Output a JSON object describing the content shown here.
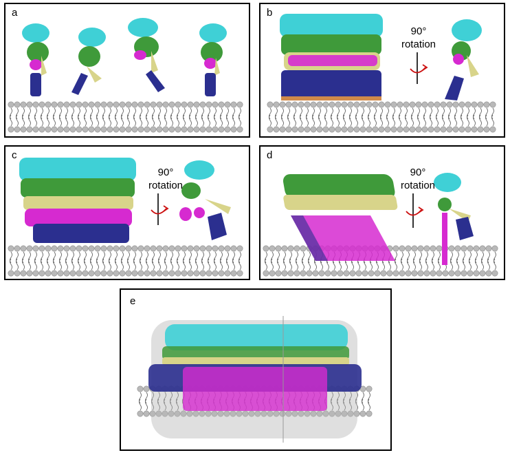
{
  "panels": [
    {
      "id": "a",
      "label": "a"
    },
    {
      "id": "b",
      "label": "b",
      "rotation": {
        "angle": "90°",
        "word": "rotation"
      }
    },
    {
      "id": "c",
      "label": "c",
      "rotation": {
        "angle": "90°",
        "word": "rotation"
      }
    },
    {
      "id": "d",
      "label": "d",
      "rotation": {
        "angle": "90°",
        "word": "rotation"
      }
    },
    {
      "id": "e",
      "label": "e"
    }
  ],
  "colors": {
    "cyan_domain": "#3fd0d6",
    "green_domain": "#3f9a3a",
    "yellow_domain": "#d8d48a",
    "magenta_domain": "#d62ad0",
    "navy_domain": "#2b2f8f",
    "membrane": "#b9b9b9",
    "rotation_arrow": "#cc1111"
  }
}
